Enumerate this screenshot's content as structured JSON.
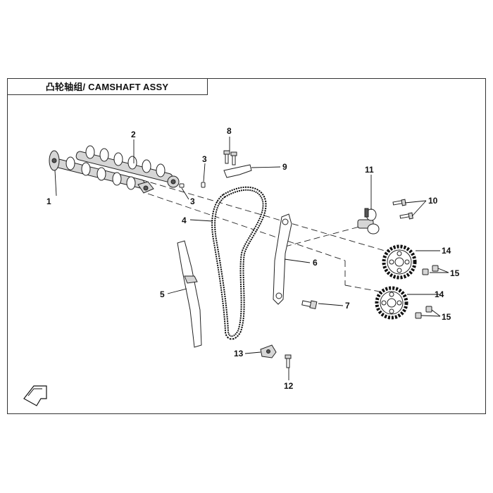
{
  "title": "凸轮轴组/ CAMSHAFT ASSY",
  "callouts": [
    "1",
    "2",
    "3",
    "3",
    "4",
    "5",
    "6",
    "7",
    "8",
    "9",
    "10",
    "11",
    "12",
    "13",
    "14",
    "14",
    "15",
    "15"
  ],
  "colors": {
    "line": "#222222",
    "background": "#ffffff",
    "part_fill": "#d6d6d6"
  },
  "icons": {
    "front_arrow": "front-direction-arrow-icon"
  }
}
